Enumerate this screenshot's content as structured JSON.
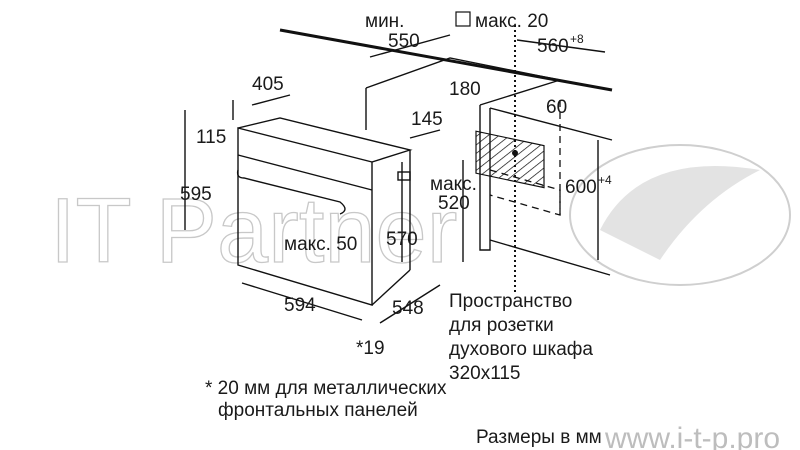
{
  "watermark": {
    "brand": "IT Partner",
    "url": "www.i-t-p.pro"
  },
  "dimensions": {
    "min_label": "мин.",
    "d550": "550",
    "max20": "макс. 20",
    "d560": "560",
    "d560_tol": "+8",
    "d405": "405",
    "d180": "180",
    "d60": "60",
    "d145": "145",
    "d115": "115",
    "d595": "595",
    "max_label": "макс.",
    "d520": "520",
    "d600": "600",
    "d600_tol": "+4",
    "max50": "макс. 50",
    "d570": "570",
    "d594": "594",
    "d548": "548",
    "d19": "*19"
  },
  "socket_note": [
    "Пространство",
    "для розетки",
    "духового шкафа",
    "320x115"
  ],
  "footnote": [
    "* 20 мм для металлических",
    "фронтальных панелей"
  ],
  "units_note": "Размеры в мм"
}
